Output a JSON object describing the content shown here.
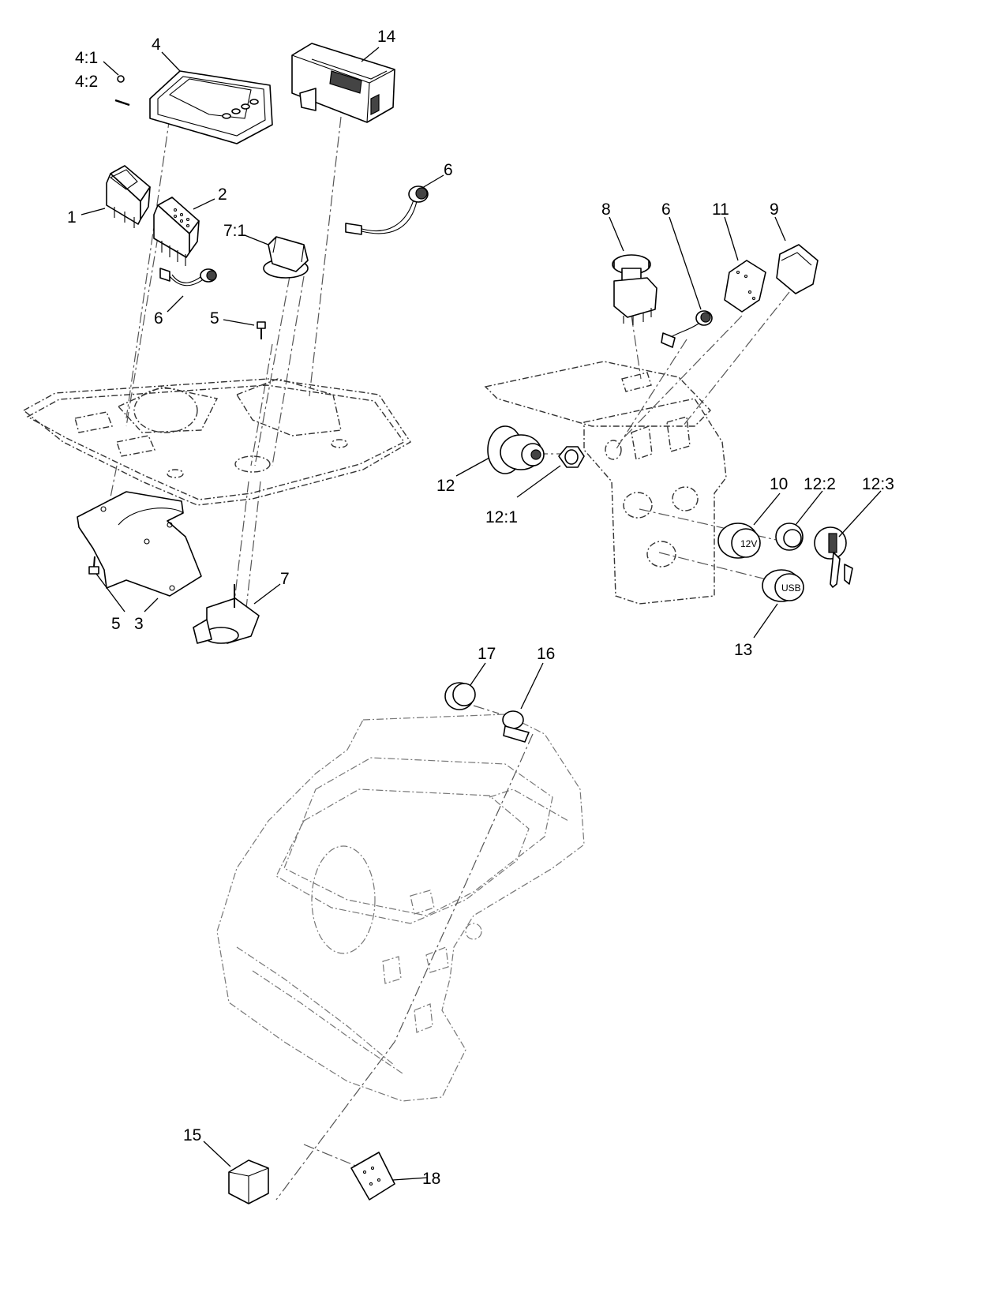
{
  "callouts": [
    {
      "id": "c1",
      "text": "1"
    },
    {
      "id": "c2",
      "text": "2"
    },
    {
      "id": "c3",
      "text": "3"
    },
    {
      "id": "c4",
      "text": "4"
    },
    {
      "id": "c4_1",
      "text": "4:1"
    },
    {
      "id": "c4_2",
      "text": "4:2"
    },
    {
      "id": "c5a",
      "text": "5"
    },
    {
      "id": "c5b",
      "text": "5"
    },
    {
      "id": "c6a",
      "text": "6"
    },
    {
      "id": "c6b",
      "text": "6"
    },
    {
      "id": "c6c",
      "text": "6"
    },
    {
      "id": "c7",
      "text": "7"
    },
    {
      "id": "c7_1",
      "text": "7:1"
    },
    {
      "id": "c8",
      "text": "8"
    },
    {
      "id": "c9",
      "text": "9"
    },
    {
      "id": "c10",
      "text": "10"
    },
    {
      "id": "c11",
      "text": "11"
    },
    {
      "id": "c12",
      "text": "12"
    },
    {
      "id": "c12_1",
      "text": "12:1"
    },
    {
      "id": "c12_2",
      "text": "12:2"
    },
    {
      "id": "c12_3",
      "text": "12:3"
    },
    {
      "id": "c13",
      "text": "13"
    },
    {
      "id": "c14",
      "text": "14"
    },
    {
      "id": "c15",
      "text": "15"
    },
    {
      "id": "c16",
      "text": "16"
    },
    {
      "id": "c17",
      "text": "17"
    },
    {
      "id": "c18",
      "text": "18"
    }
  ],
  "part_markings": {
    "socket_12v": "12V",
    "socket_usb": "USB"
  }
}
